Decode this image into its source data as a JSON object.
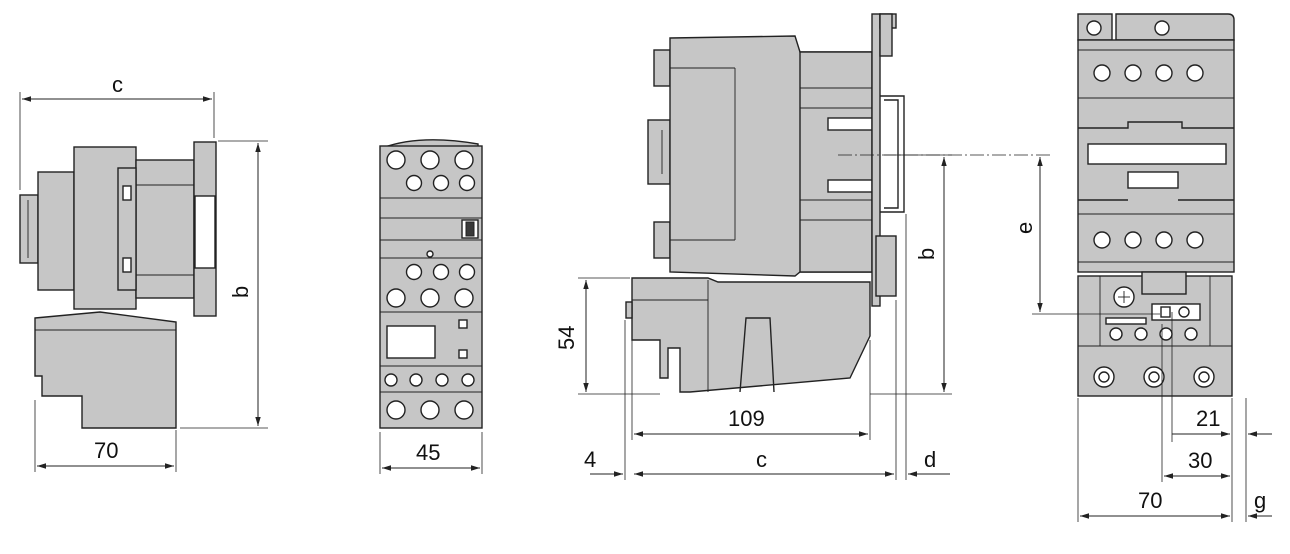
{
  "dimensions": {
    "left_width": "c",
    "left_height": "b",
    "left_depth": "70",
    "front_width": "45",
    "side_height_lower": "54",
    "side_depth": "109",
    "side_offset": "4",
    "side_total": "c",
    "side_rail": "d",
    "side_height": "b",
    "right_center": "e",
    "right_dim_21": "21",
    "right_dim_30": "30",
    "right_width": "70",
    "right_gap": "g"
  }
}
